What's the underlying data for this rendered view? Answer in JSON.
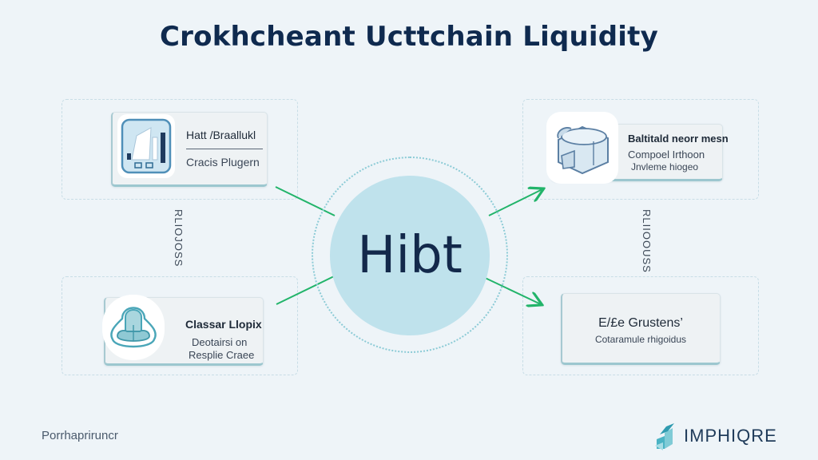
{
  "title": "Crokhcheant Ucttchain Liquidity",
  "hub": {
    "label": "Hibt",
    "fill": "#bfe2ec",
    "ring": "#8ccbd6"
  },
  "nodes": {
    "top_left": {
      "title": "Hatt /Braallukl",
      "subtitle": "Cracis Plugern",
      "icon": "building-icon"
    },
    "top_right": {
      "title": "Baltitald neorr mesn",
      "subtitle_line1": "Compoel Irthoon",
      "subtitle_line2": "Jnvleme hiogeo",
      "icon": "box-icon"
    },
    "bottom_left": {
      "title": "Classar Llopix",
      "subtitle_line1": "Deotairsi on",
      "subtitle_line2": "Resplie Craee",
      "icon": "pool-icon"
    },
    "bottom_right": {
      "title": "E/£e Grustens’",
      "subtitle": "Cotaramule rhigoidus"
    }
  },
  "side_labels": {
    "left": "RLIOJOSS",
    "right": "RLIIOOUSS"
  },
  "arrows": {
    "color": "#22b46a"
  },
  "footer": {
    "left_text": "Porrhapriruncr",
    "brand": "IMPHIQRE"
  },
  "colors": {
    "background": "#eef4f8",
    "title": "#0f2a4f",
    "accent": "#22b46a"
  }
}
